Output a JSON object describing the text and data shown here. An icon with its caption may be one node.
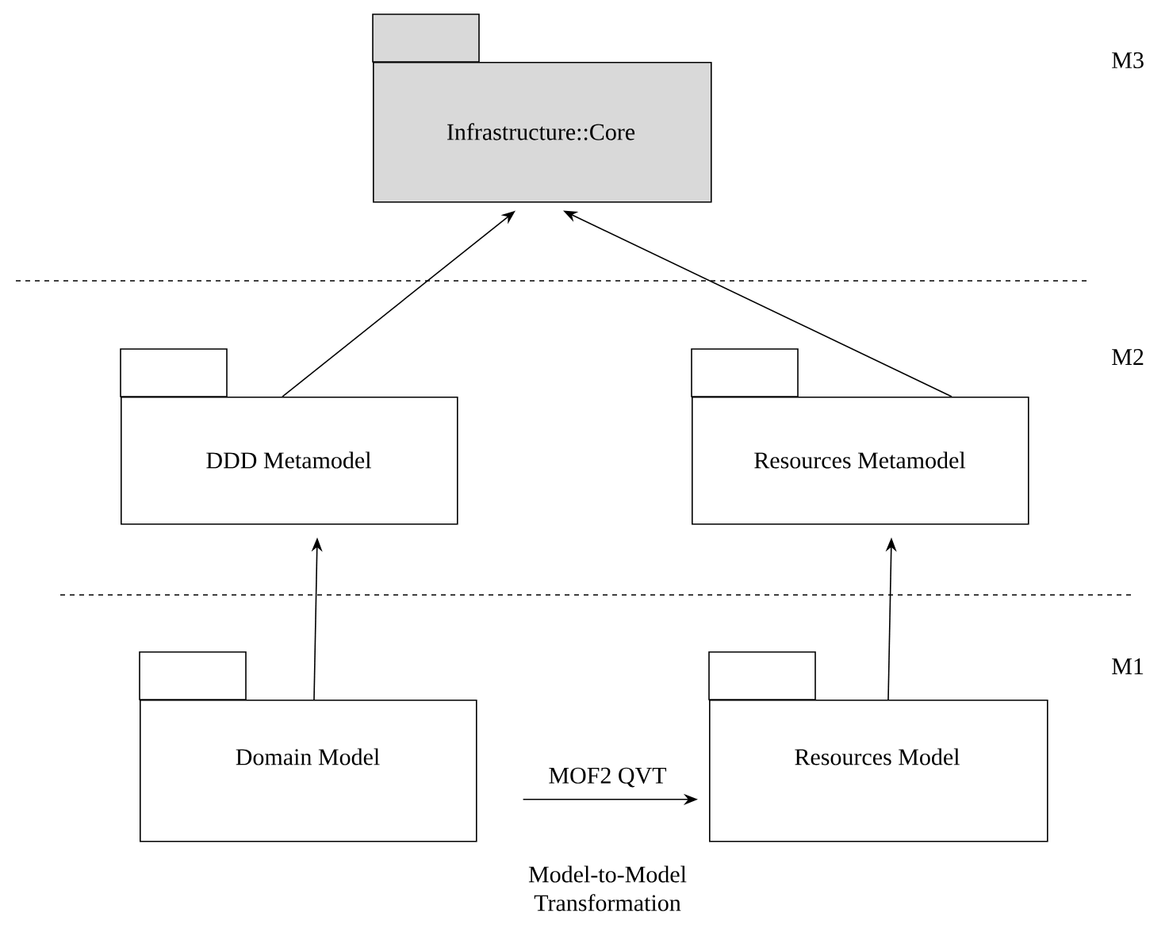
{
  "diagram": {
    "nodes": [
      {
        "text": [
          "Infrastructure::Core"
        ]
      },
      {
        "text": [
          "DDD Metamodel"
        ]
      },
      {
        "text": [
          "Resources Metamodel"
        ]
      },
      {
        "text": [
          "Domain Model"
        ]
      },
      {
        "text": [
          "Resources Model"
        ]
      }
    ],
    "edges": [
      {
        "from": 1,
        "to": 0,
        "arrow": "to"
      },
      {
        "from": 2,
        "to": 0,
        "arrow": "to"
      },
      {
        "from": 3,
        "to": 1,
        "arrow": "to"
      },
      {
        "from": 4,
        "to": 2,
        "arrow": "to"
      },
      {
        "from": 3,
        "to": 4,
        "arrow": "to",
        "label": "MOF2 QVT"
      }
    ],
    "labels": [
      "M3",
      "M2",
      "M1",
      "Model-to-Model Transformation"
    ]
  }
}
